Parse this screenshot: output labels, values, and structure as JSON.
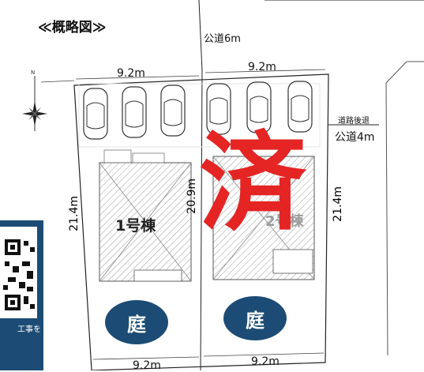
{
  "heading": "≪概略図≫",
  "roads": {
    "top": "公道6m",
    "right": "公道4m",
    "right_setback": "道路後退"
  },
  "dimensions": {
    "top_left": "9.2m",
    "top_right": "9.2m",
    "bottom_left": "9.2m",
    "bottom_right": "9.2m",
    "left_depth": "21.4m",
    "middle_depth": "20.9m",
    "right_depth": "21.4m"
  },
  "units": {
    "unit1": "1号棟",
    "unit2": "2号棟"
  },
  "stamp": "済",
  "gardens": [
    "庭",
    "庭"
  ],
  "qr_card_note": "工事を",
  "icons": {
    "compass": "compass-rose-icon",
    "car": "car-top-view-icon",
    "qr": "qr-code-icon"
  },
  "colors": {
    "stamp": "#e52424",
    "garden_badge": "#1c4c75",
    "card": "#1c4c75"
  }
}
